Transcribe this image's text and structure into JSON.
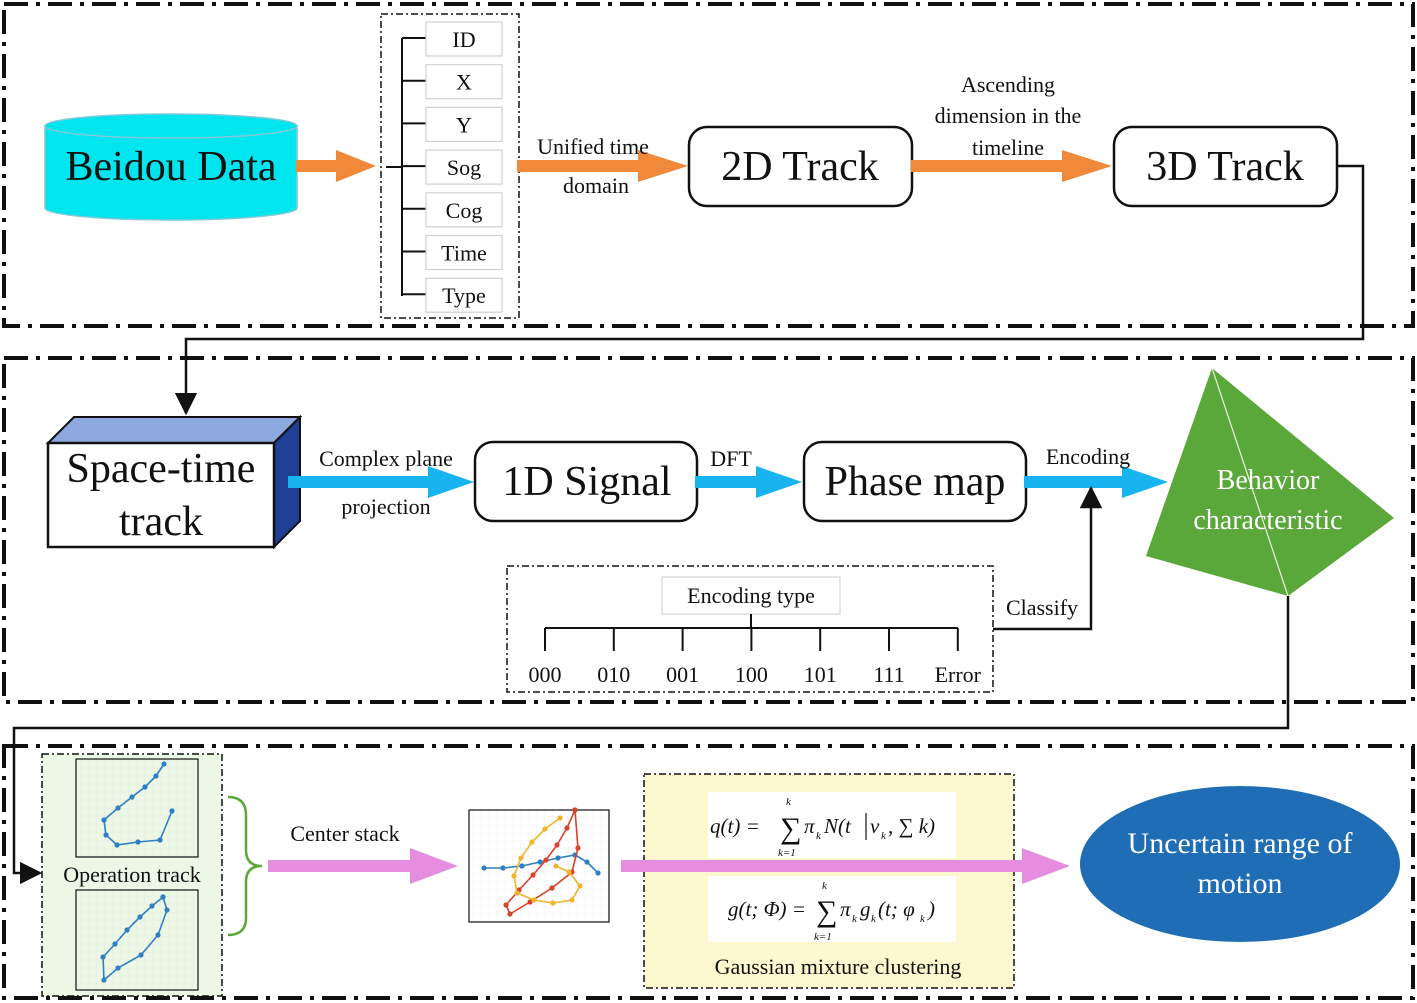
{
  "colors": {
    "cyan": "#00e5ee",
    "orange": "#f08a3a",
    "blue_arrow": "#18b4f0",
    "green": "#5aa83a",
    "magenta": "#e58ee0",
    "blue_ellipse": "#1f6db5",
    "box_blue_front": "#ffffff",
    "box_blue_top": "#8ea8e0",
    "box_blue_side": "#1e3f94",
    "yellow_panel": "#fdf8cf",
    "green_panel": "#edf7e6",
    "track_blue": "#2f7fc4",
    "track_red": "#d8442a",
    "track_yellow": "#f0b52c"
  },
  "top": {
    "source": "Beidou Data",
    "fields": [
      "ID",
      "X",
      "Y",
      "Sog",
      "Cog",
      "Time",
      "Type"
    ],
    "arrow1_label": [
      "Unified time",
      "domain"
    ],
    "node_2d": "2D Track",
    "arrow2_label": [
      "Ascending",
      "dimension in the",
      "timeline"
    ],
    "node_3d": "3D Track"
  },
  "middle": {
    "box": [
      "Space-time",
      "track"
    ],
    "arrow1_label": [
      "Complex plane",
      "projection"
    ],
    "signal": "1D Signal",
    "arrow2_label": "DFT",
    "phase": "Phase map",
    "arrow3_label": "Encoding",
    "pyramid": [
      "Behavior",
      "characteristic"
    ],
    "encoding_title": "Encoding type",
    "codes": [
      "000",
      "010",
      "001",
      "100",
      "101",
      "111",
      "Error"
    ],
    "classify": "Classify"
  },
  "bottom": {
    "op_label": "Operation track",
    "stack_label": "Center stack",
    "gmm_label": "Gaussian mixture clustering",
    "formula1": {
      "lhs": "q(t) = ",
      "sum_top": "k",
      "sum_bot": "k=1",
      "rhs": "π",
      "rhs_sub": "k",
      "rhs2": "N(t",
      "rhs3": "v",
      "rhs3_sub": "k",
      "rhs4": ", ∑ k)"
    },
    "formula2": {
      "lhs": "g(t; Φ) = ",
      "sum_top": "k",
      "sum_bot": "k=1",
      "rhs": "π",
      "rhs_sub": "k",
      "rhs2": "g",
      "rhs2_sub": "k",
      "rhs3": "(t; φ",
      "rhs3_sub": "k",
      "rhs4": ")"
    },
    "result": [
      "Uncertain range of",
      "motion"
    ]
  }
}
